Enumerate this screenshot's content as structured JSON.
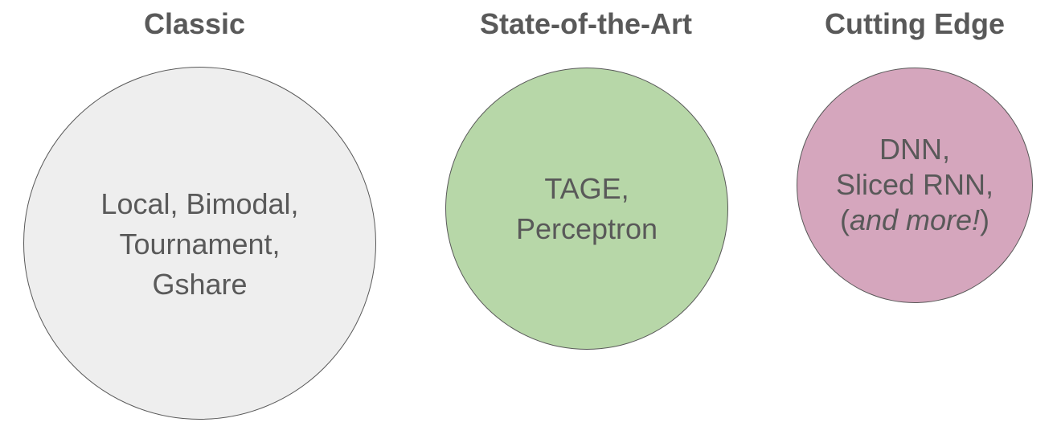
{
  "headings": {
    "classic": "Classic",
    "state_of_the_art": "State-of-the-Art",
    "cutting_edge": "Cutting Edge"
  },
  "circles": {
    "classic": {
      "lines": [
        "Local, Bimodal,",
        "Tournament,",
        "Gshare"
      ],
      "fill": "#eeeeee"
    },
    "state_of_the_art": {
      "lines": [
        "TAGE,",
        "Perceptron"
      ],
      "fill": "#b7d7a8"
    },
    "cutting_edge": {
      "lines": [
        "DNN,",
        "Sliced RNN,"
      ],
      "last_line": {
        "open_paren": "(",
        "italic": "and more!",
        "close_paren": ")"
      },
      "fill": "#d5a6bd"
    }
  },
  "colors": {
    "text": "#595959",
    "outline": "#595959"
  }
}
